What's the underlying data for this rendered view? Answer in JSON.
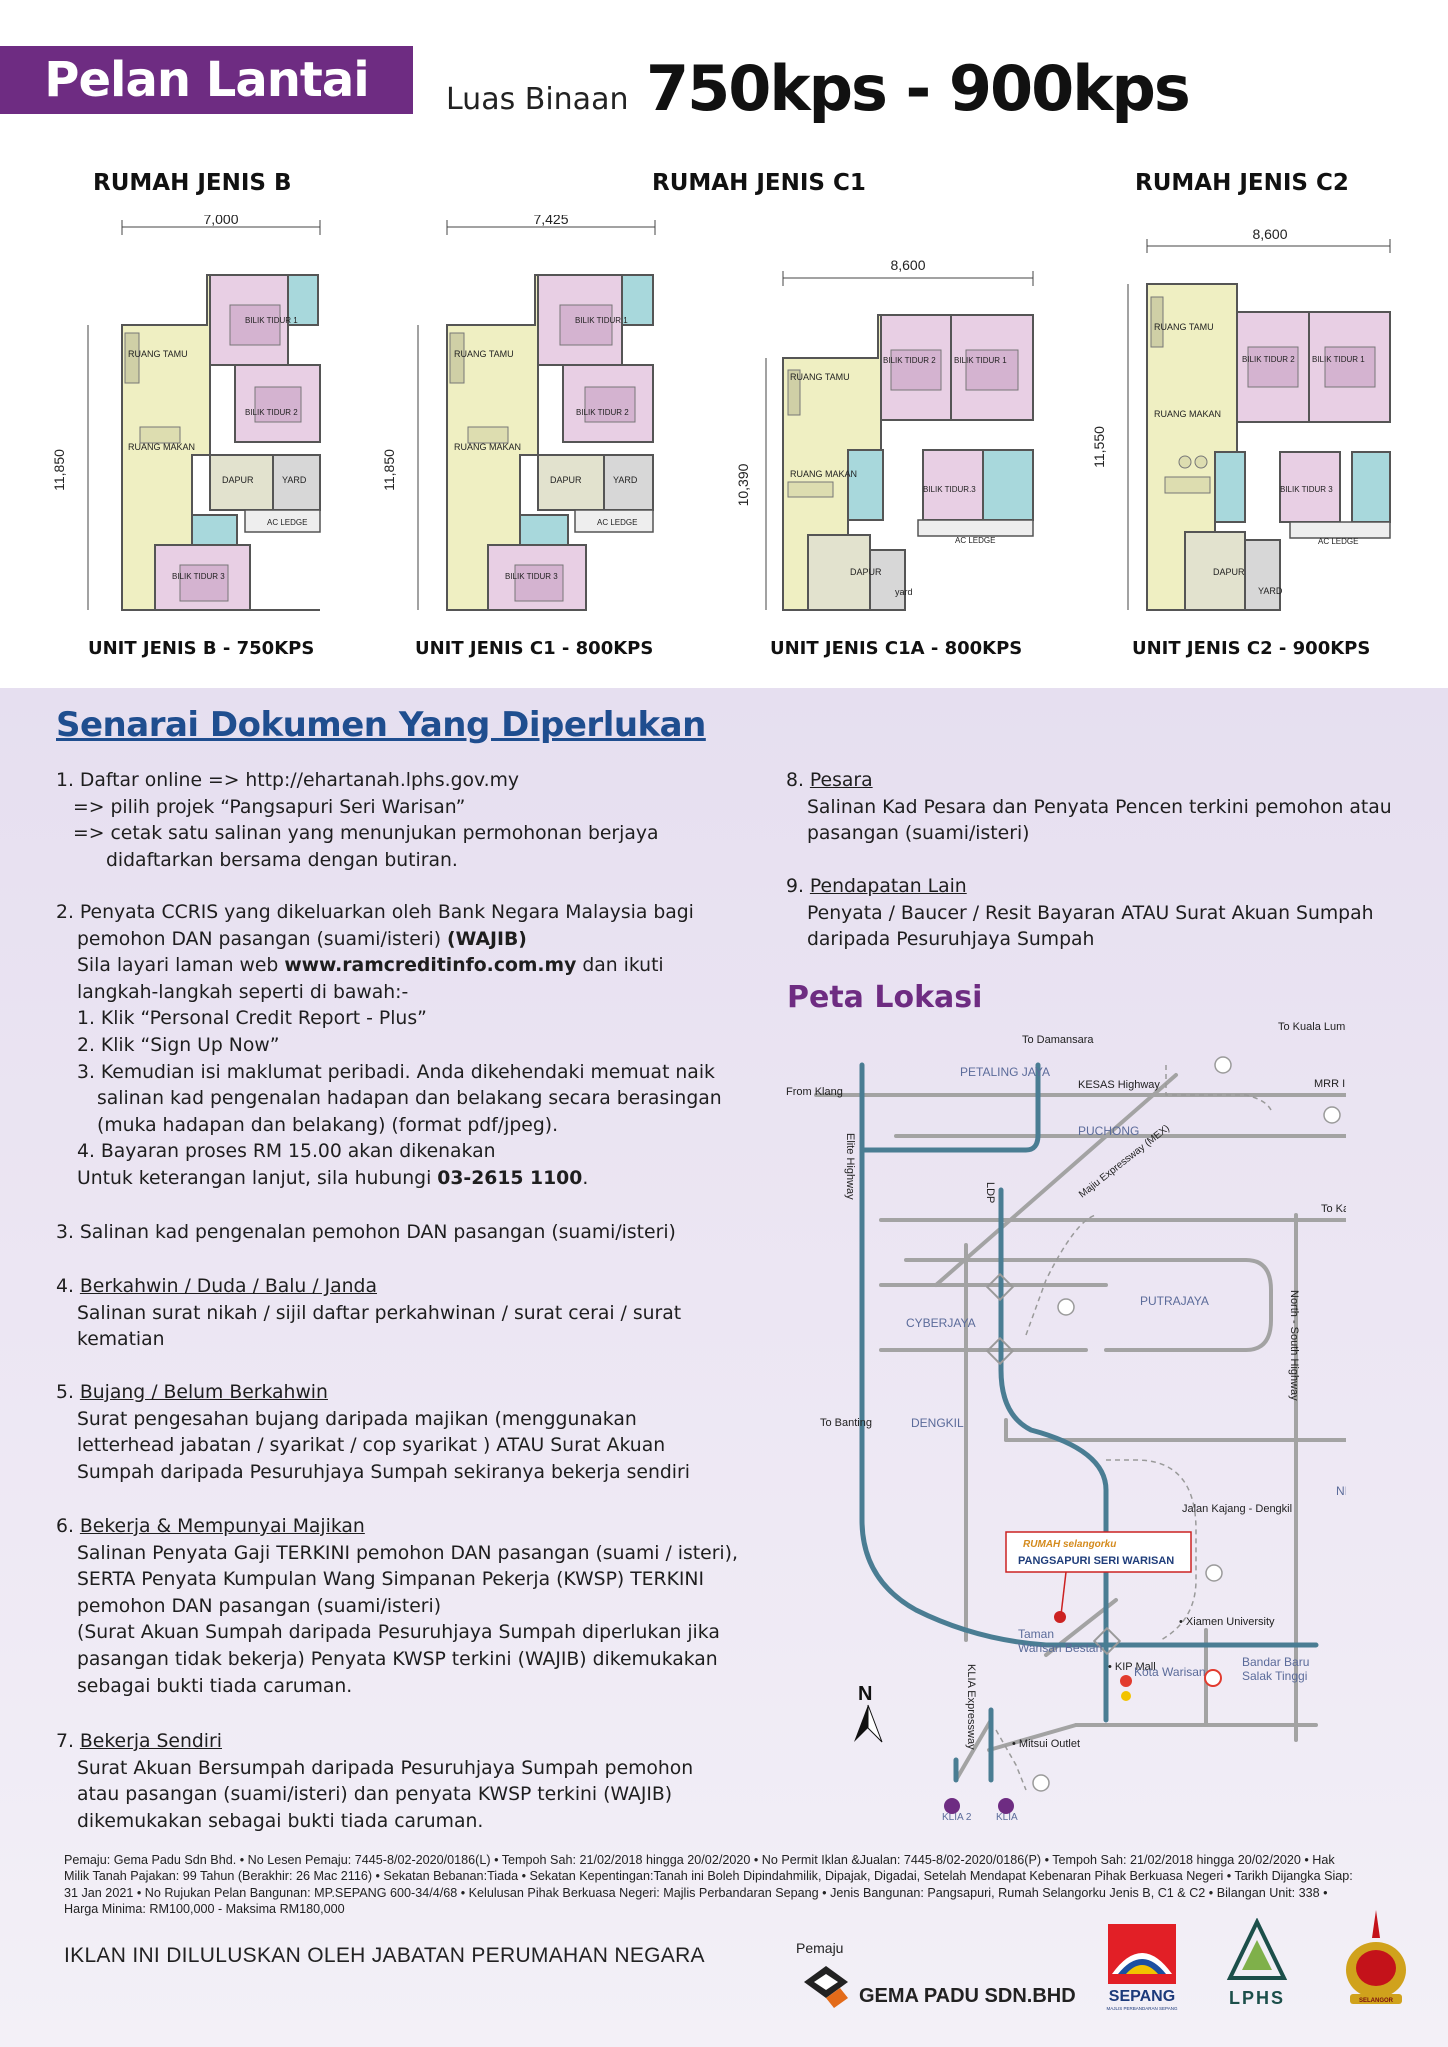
{
  "header": {
    "title": "Pelan Lantai",
    "luas_label": "Luas Binaan",
    "size_range": "750kps - 900kps"
  },
  "plans": {
    "type_titles": [
      "RUMAH JENIS B",
      "RUMAH JENIS C1",
      "RUMAH JENIS C2"
    ],
    "units": [
      {
        "caption": "UNIT JENIS B - 750KPS",
        "width_dim": "7,000",
        "height_dim": "11,850"
      },
      {
        "caption": "UNIT JENIS C1 - 800KPS",
        "width_dim": "7,425",
        "height_dim": "11,850"
      },
      {
        "caption": "UNIT JENIS C1A - 800KPS",
        "width_dim": "8,600",
        "height_dim": "10,390"
      },
      {
        "caption": "UNIT JENIS C2 - 900KPS",
        "width_dim": "8,600",
        "height_dim": "11,550"
      }
    ],
    "rooms": {
      "ruang_tamu": "RUANG TAMU",
      "ruang_makan": "RUANG MAKAN",
      "dapur": "DAPUR",
      "yard": "YARD",
      "yard_lower": "yard",
      "ac_ledge": "AC LEDGE",
      "bilik_1": "BILIK TIDUR 1",
      "bilik_2": "BILIK TIDUR 2",
      "bilik_3": "BILIK TIDUR 3",
      "bilik_3_alt": "BILIK TIDUR.3"
    }
  },
  "documents": {
    "title": "Senarai Dokumen Yang Diperlukan",
    "item1": {
      "line1": "1. Daftar online => http://ehartanah.lphs.gov.my",
      "line2": "=> pilih projek “Pangsapuri Seri Warisan”",
      "line3": "=> cetak satu salinan yang menunjukan permohonan berjaya",
      "line4": "didaftarkan bersama dengan butiran."
    },
    "item2": {
      "line1": "2. Penyata CCRIS yang dikeluarkan oleh Bank Negara Malaysia bagi",
      "line2a": "pemohon DAN pasangan (suami/isteri) ",
      "line2b": "(WAJIB)",
      "line3a": "Sila layari laman web ",
      "line3b": "www.ramcreditinfo.com.my",
      "line3c": " dan ikuti",
      "line4": "langkah-langkah seperti di bawah:-",
      "s1": "1. Klik “Personal Credit Report - Plus”",
      "s2": "2. Klik “Sign Up Now”",
      "s3a": "3. Kemudian isi maklumat peribadi. Anda dikehendaki memuat naik",
      "s3b": "salinan kad pengenalan hadapan dan belakang secara berasingan",
      "s3c": "(muka hadapan dan belakang) (format pdf/jpeg).",
      "s4": "4. Bayaran proses RM 15.00 akan dikenakan",
      "contact_a": "Untuk keterangan lanjut, sila hubungi ",
      "contact_b": "03-2615 1100",
      "contact_c": "."
    },
    "item3": "3. Salinan kad pengenalan pemohon DAN pasangan (suami/isteri)",
    "item4": {
      "num": "4. ",
      "head": "Berkahwin / Duda / Balu / Janda",
      "l1": "Salinan surat nikah / sijil daftar perkahwinan / surat cerai / surat",
      "l2": "kematian"
    },
    "item5": {
      "num": "5. ",
      "head": "Bujang / Belum Berkahwin",
      "l1": "Surat pengesahan bujang daripada majikan (menggunakan",
      "l2": "letterhead jabatan / syarikat / cop syarikat ) ATAU Surat Akuan",
      "l3": "Sumpah daripada Pesuruhjaya Sumpah sekiranya bekerja sendiri"
    },
    "item6": {
      "num": "6. ",
      "head": "Bekerja & Mempunyai Majikan",
      "l1": "Salinan Penyata Gaji TERKINI pemohon DAN pasangan  (suami / isteri),",
      "l2": "SERTA Penyata Kumpulan Wang Simpanan Pekerja (KWSP) TERKINI",
      "l3": "pemohon DAN pasangan (suami/isteri)",
      "l4": "(Surat Akuan Sumpah daripada Pesuruhjaya Sumpah diperlukan jika",
      "l5": "pasangan tidak bekerja) Penyata KWSP terkini (WAJIB) dikemukakan",
      "l6": "sebagai bukti tiada caruman."
    },
    "item7": {
      "num": "7. ",
      "head": "Bekerja Sendiri",
      "l1": "Surat Akuan Bersumpah daripada Pesuruhjaya Sumpah pemohon",
      "l2": "atau pasangan (suami/isteri) dan penyata KWSP terkini (WAJIB)",
      "l3": "dikemukakan sebagai bukti tiada caruman."
    },
    "item8": {
      "num": "8. ",
      "head": "Pesara",
      "l1": "Salinan Kad Pesara dan Penyata Pencen terkini pemohon atau",
      "l2": "pasangan (suami/isteri)"
    },
    "item9": {
      "num": "9. ",
      "head": "Pendapatan Lain",
      "l1": "Penyata / Baucer / Resit Bayaran ATAU Surat Akuan Sumpah",
      "l2": "daripada Pesuruhjaya Sumpah"
    }
  },
  "map": {
    "title": "Peta Lokasi",
    "labels": {
      "to_damansara": "To Damansara",
      "to_kuala_lumpur": "To Kuala Lumpur",
      "from_klang": "From Klang",
      "petaling_jaya": "PETALING JAYA",
      "kesas": "KESAS Highway",
      "mrr2": "MRR II",
      "puchong": "PUCHONG",
      "mex": "Majiu Expressway (MEX)",
      "elite": "Elite Highway",
      "ldp": "LDP",
      "to_kajang": "To Kajang",
      "cyberjaya": "CYBERJAYA",
      "putrajaya": "PUTRAJAYA",
      "nsh": "North - South Highway",
      "dengkil": "DENGKIL",
      "to_banting": "To Banting",
      "jalan_kajang": "Jalan Kajang - Dengkil",
      "nilai": "NILAI",
      "brand": "RUMAH selangorku",
      "project": "PANGSAPURI SERI WARISAN",
      "xiamen": "• Xiamen University",
      "taman_1": "Taman",
      "taman_2": "Warisan Bestari",
      "kip": "• KIP Mall",
      "kota": "Kota Warisan",
      "bbst_1": "Bandar Baru",
      "bbst_2": "Salak Tinggi",
      "klia_exp": "KLIA Expressway",
      "mitsui": "• Mitsui Outlet",
      "north": "N",
      "klia2": "KLIA 2",
      "klia": "KLIA"
    }
  },
  "footer": {
    "fine_print": "Pemaju: Gema Padu Sdn Bhd. • No Lesen Pemaju: 7445-8/02-2020/0186(L)  • Tempoh Sah: 21/02/2018 hingga 20/02/2020 • No Permit Iklan &Jualan: 7445-8/02-2020/0186(P) • Tempoh Sah: 21/02/2018 hingga 20/02/2020 • Hak Milik Tanah Pajakan: 99 Tahun (Berakhir: 26 Mac 2116) • Sekatan Bebanan:Tiada • Sekatan Kepentingan:Tanah ini Boleh Dipindahmilik, Dipajak, Digadai, Setelah Mendapat Kebenaran Pihak Berkuasa Negeri • Tarikh Dijangka Siap: 31 Jan 2021 • No Rujukan Pelan Bangunan: MP.SEPANG 600-34/4/68 • Kelulusan Pihak Berkuasa Negeri: Majlis Perbandaran Sepang • Jenis Bangunan: Pangsapuri, Rumah Selangorku Jenis B, C1 & C2 • Bilangan Unit: 338 • Harga Minima: RM100,000 - Maksima RM180,000",
    "approved": "IKLAN INI DILULUSKAN OLEH JABATAN PERUMAHAN NEGARA",
    "pemaju_label": "Pemaju",
    "developer": "GEMA PADU SDN.BHD",
    "sepang": "SEPANG",
    "sepang_sub": "MAJLIS PERBANDARAN SEPANG",
    "lphs": "LPHS",
    "selangor": "SELANGOR"
  },
  "colors": {
    "purple": "#6e2c82",
    "blue_title": "#1f4e8f",
    "road_blue": "#4a7d93",
    "road_gray": "#a3a3a3",
    "living": "#efefc2",
    "bedroom": "#e8cfe4",
    "wet": "#a8d8dc",
    "kitchen": "#e2e2ce"
  }
}
